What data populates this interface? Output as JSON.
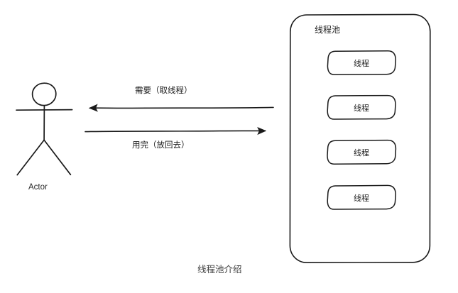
{
  "diagram": {
    "caption": "线程池介绍",
    "background_color": "#ffffff",
    "stroke_color": "#1a1a1a",
    "style": "hand-drawn sketch"
  },
  "actor": {
    "label": "Actor",
    "icon": "stick-figure-icon"
  },
  "arrows": [
    {
      "id": "request-thread",
      "label": "需要（取线程）",
      "direction": "left",
      "from": "thread-pool",
      "to": "actor"
    },
    {
      "id": "return-thread",
      "label": "用完（放回去）",
      "direction": "right",
      "from": "actor",
      "to": "thread-pool"
    }
  ],
  "pool": {
    "title": "线程池",
    "threads": [
      {
        "label": "线程"
      },
      {
        "label": "线程"
      },
      {
        "label": "线程"
      },
      {
        "label": "线程"
      }
    ]
  }
}
